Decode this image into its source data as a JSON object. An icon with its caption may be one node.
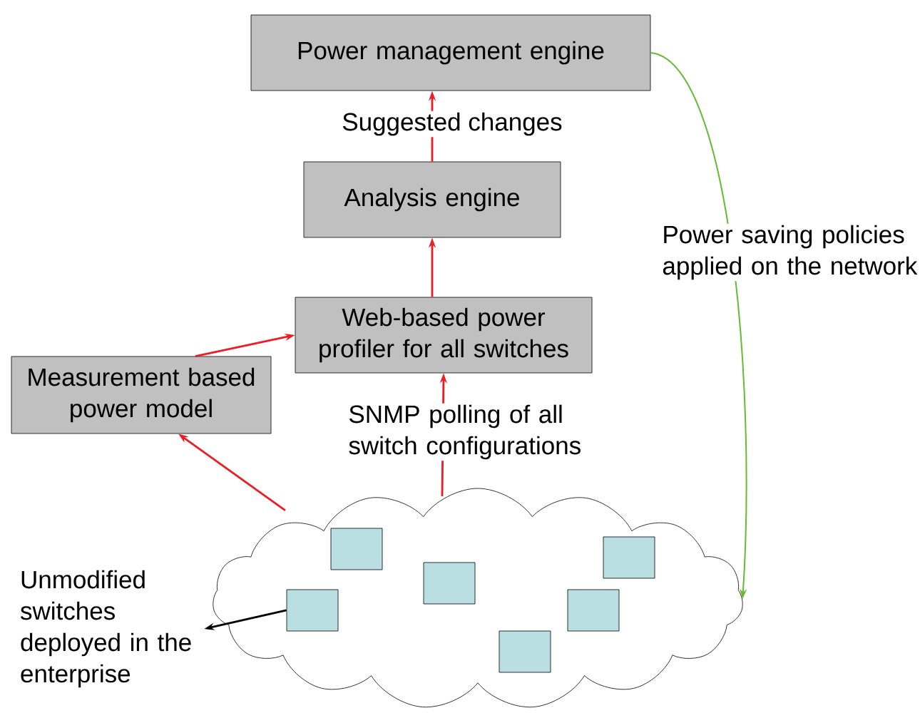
{
  "diagram": {
    "nodes": [
      {
        "text": [
          "Power management engine"
        ]
      },
      {
        "text": [
          "Analysis engine"
        ]
      },
      {
        "text": [
          "Web-based power profiler for all switches"
        ]
      },
      {
        "text": [
          "Measurement based power model"
        ]
      },
      {
        "text": [],
        "shape": "cloud"
      },
      {
        "text": [],
        "shape": "box",
        "in": 4
      },
      {
        "text": [],
        "shape": "box",
        "in": 4
      },
      {
        "text": [],
        "shape": "box",
        "in": 4
      },
      {
        "text": [],
        "shape": "box",
        "in": 4
      },
      {
        "text": [],
        "shape": "box",
        "in": 4
      },
      {
        "text": [],
        "shape": "box",
        "in": 4
      },
      {
        "text": [
          "Unmodified switches deployed in the enterprise"
        ]
      }
    ],
    "edges": [
      {
        "from": 1,
        "to": 0,
        "arrow": "to",
        "label": "Suggested changes"
      },
      {
        "from": 2,
        "to": 1,
        "arrow": "to"
      },
      {
        "from": 3,
        "to": 2,
        "arrow": "to"
      },
      {
        "from": 4,
        "to": 3,
        "arrow": "to"
      },
      {
        "from": 4,
        "to": 2,
        "arrow": "to",
        "label": "SNMP polling of all switch configurations"
      },
      {
        "from": 0,
        "to": 4,
        "arrow": "to",
        "color": "#66bb33",
        "label": "Power saving policies applied on the network"
      },
      {
        "from": 5,
        "to": 11,
        "arrow": "to",
        "color": "#000000"
      }
    ]
  }
}
